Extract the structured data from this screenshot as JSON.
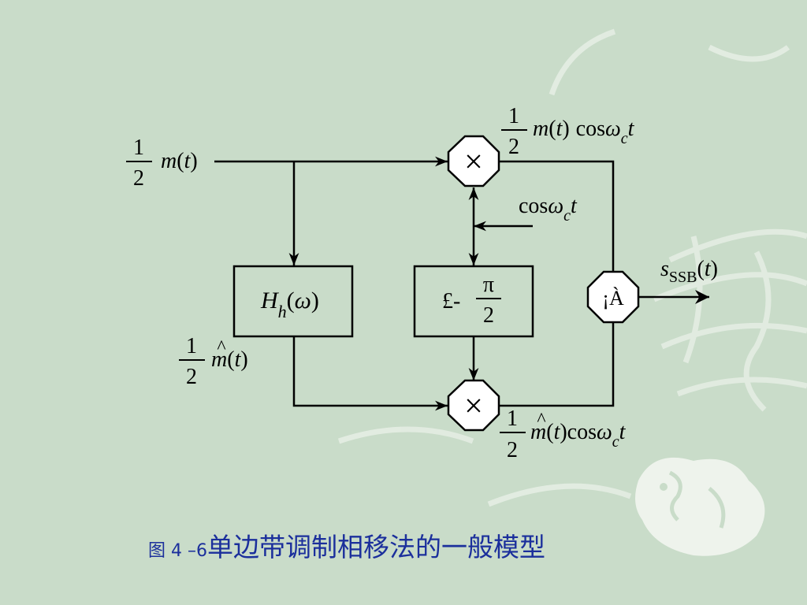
{
  "diagram": {
    "input_label": {
      "coef_num": "1",
      "coef_den": "2",
      "func": "m",
      "paren_open": "(",
      "var": "t",
      "paren_close": ")"
    },
    "hilbert_out_label": {
      "coef_num": "1",
      "coef_den": "2",
      "func": "m",
      "hat": "^",
      "paren_open": "(",
      "var": "t",
      "paren_close": ")"
    },
    "hilbert_block": {
      "func": "H",
      "sub": "h",
      "arg_open": "(",
      "arg": "ω",
      "arg_close": ")"
    },
    "phase_block": {
      "prefix": "£-",
      "num": "π",
      "den": "2"
    },
    "multiplier_symbol": "×",
    "adder_symbol": "¡À",
    "top_product_label": {
      "coef_num": "1",
      "coef_den": "2",
      "func": "m",
      "paren_open": "(",
      "var": "t",
      "paren_close": ")",
      "cos": "cos",
      "omega": "ω",
      "sub": "c",
      "t": "t"
    },
    "carrier_label": {
      "cos": "cos",
      "omega": "ω",
      "sub": "c",
      "t": "t"
    },
    "bottom_product_label": {
      "coef_num": "1",
      "coef_den": "2",
      "func": "m",
      "hat": "^",
      "paren_open": "(",
      "var": "t",
      "paren_close": ")",
      "cos": "cos",
      "omega": "ω",
      "sub": "c",
      "t": "t"
    },
    "output_label": {
      "s": "s",
      "sub": "SSB",
      "paren_open": "(",
      "var": "t",
      "paren_close": ")"
    }
  },
  "caption": {
    "prefix": "图 4 –6",
    "text": "单边带调制相移法的一般模型"
  },
  "colors": {
    "background": "#c9dcc9",
    "caption": "#1b2f9c",
    "ornament": "#e4ede3"
  }
}
